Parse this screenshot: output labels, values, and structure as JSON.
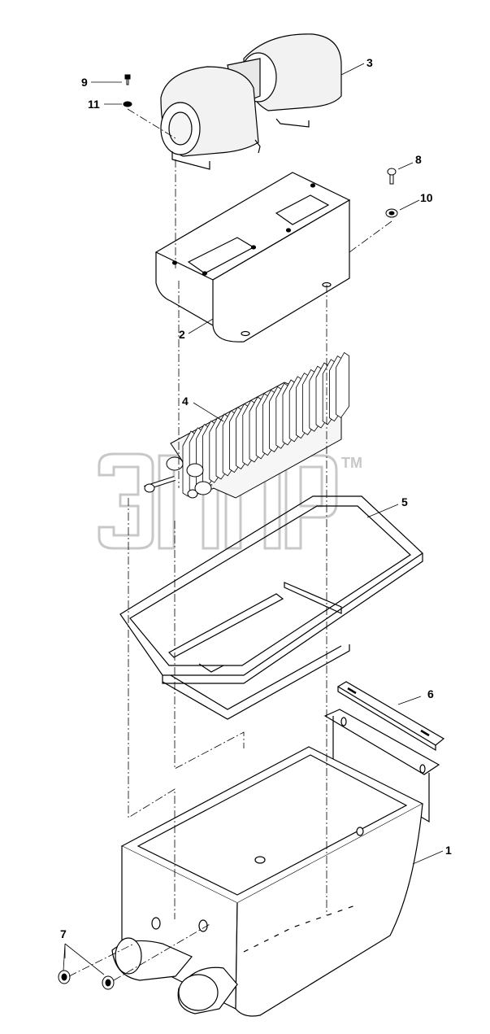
{
  "diagram": {
    "callouts": [
      {
        "id": "1",
        "label": "1"
      },
      {
        "id": "2",
        "label": "2"
      },
      {
        "id": "3",
        "label": "3"
      },
      {
        "id": "4",
        "label": "4"
      },
      {
        "id": "5",
        "label": "5"
      },
      {
        "id": "6",
        "label": "6"
      },
      {
        "id": "7",
        "label": "7"
      },
      {
        "id": "8",
        "label": "8"
      },
      {
        "id": "9",
        "label": "9"
      },
      {
        "id": "10",
        "label": "10"
      },
      {
        "id": "11",
        "label": "11"
      }
    ],
    "watermark": {
      "text": "ЭПАР",
      "trademark": "TM",
      "color": "#d3d3d3"
    },
    "line_color": "#000000"
  }
}
